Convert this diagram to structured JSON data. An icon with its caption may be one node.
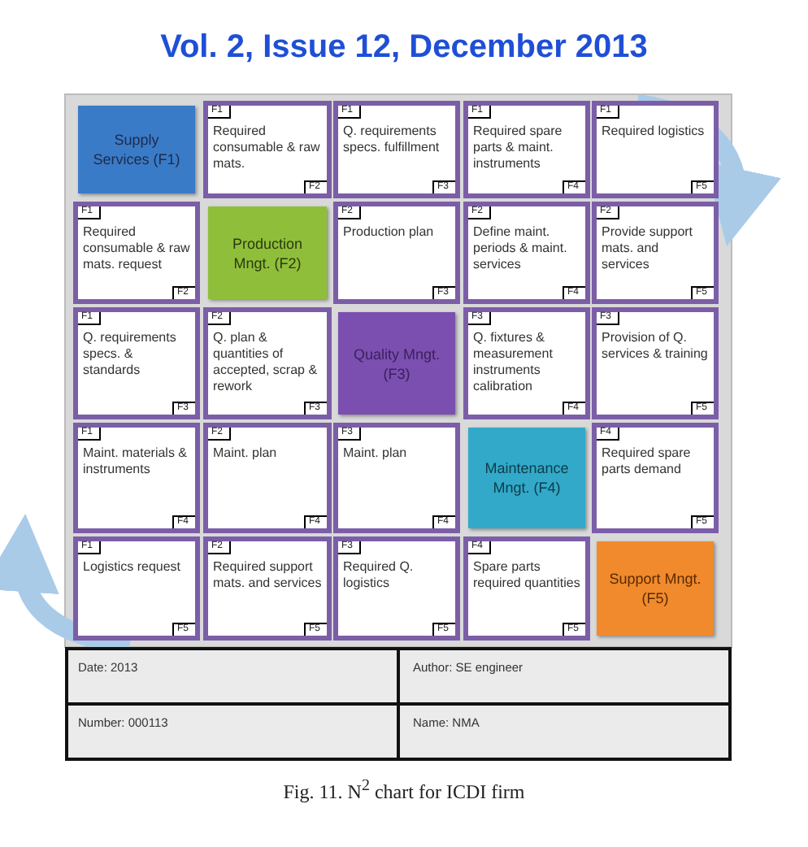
{
  "diagram": {
    "title": "Vol. 2, Issue 12, December 2013",
    "caption": "Fig. 11. N$^{2}$ chart for ICDI firm",
    "nodes": [
      {
        "text": [
          "Supply Services (F1)"
        ]
      },
      {
        "text": [
          "F1",
          "Required consumable & raw mats.",
          "F2"
        ]
      },
      {
        "text": [
          "F1",
          "Q. requirements specs. fulfillment",
          "F3"
        ]
      },
      {
        "text": [
          "F1",
          "Required spare parts & maint. instruments",
          "F4"
        ]
      },
      {
        "text": [
          "F1",
          "Required logistics",
          "F5"
        ]
      },
      {
        "text": [
          "F1",
          "Required consumable & raw mats. request",
          "F2"
        ]
      },
      {
        "text": [
          "Production Mngt. (F2)"
        ]
      },
      {
        "text": [
          "F2",
          "Production plan",
          "F3"
        ]
      },
      {
        "text": [
          "F2",
          "Define maint. periods & maint. services",
          "F4"
        ]
      },
      {
        "text": [
          "F2",
          "Provide support mats. and services",
          "F5"
        ]
      },
      {
        "text": [
          "F1",
          "Q. requirements specs. & standards",
          "F3"
        ]
      },
      {
        "text": [
          "F2",
          "Q. plan & quantities of accepted, scrap & rework",
          "F3"
        ]
      },
      {
        "text": [
          "Quality Mngt. (F3)"
        ]
      },
      {
        "text": [
          "F3",
          "Q. fixtures & measurement instruments calibration",
          "F4"
        ]
      },
      {
        "text": [
          "F3",
          "Provision of Q. services & training",
          "F5"
        ]
      },
      {
        "text": [
          "F1",
          "Maint. materials & instruments",
          "F4"
        ]
      },
      {
        "text": [
          "F2",
          "Maint. plan",
          "F4"
        ]
      },
      {
        "text": [
          "F3",
          "Maint. plan",
          "F4"
        ]
      },
      {
        "text": [
          "Maintenance Mngt. (F4)"
        ]
      },
      {
        "text": [
          "F4",
          "Required spare parts demand",
          "F5"
        ]
      },
      {
        "text": [
          "F1",
          "Logistics request",
          "F5"
        ]
      },
      {
        "text": [
          "F2",
          "Required support mats. and services",
          "F5"
        ]
      },
      {
        "text": [
          "F3",
          "Required Q. logistics",
          "F5"
        ]
      },
      {
        "text": [
          "F4",
          "Spare parts required quantities",
          "F5"
        ]
      },
      {
        "text": [
          "Support Mngt. (F5)"
        ]
      }
    ],
    "labels": [
      "Date: 2013",
      "Author: SE engineer",
      "Number: 000113",
      "Name: NMA"
    ]
  }
}
